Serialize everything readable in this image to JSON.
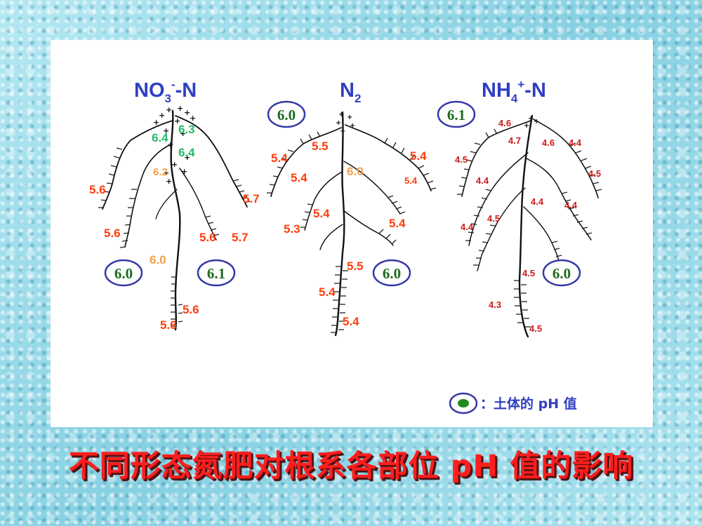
{
  "title": "不同形态氮肥对根系各部位 pH 值的影响",
  "colors": {
    "header": "#2f3fc2",
    "value_red": "#ff3d0d",
    "value_green": "#22bb66",
    "value_orange": "#f5a04a",
    "value_darkred": "#cc1a1a",
    "soil_text": "#1e6a1e",
    "soil_ring": "#3538a6",
    "title": "#ff1e1e"
  },
  "panels": [
    {
      "header_base": "NO",
      "header_sub": "3",
      "header_sup": "-",
      "header_tail": "-N",
      "soil_values": [
        "6.0",
        "6.1"
      ],
      "values": [
        {
          "text": "6.3",
          "tone": "green"
        },
        {
          "text": "6.4",
          "tone": "green"
        },
        {
          "text": "6.4",
          "tone": "green"
        },
        {
          "text": "6.2",
          "tone": "orange"
        },
        {
          "text": "5.6",
          "tone": "red"
        },
        {
          "text": "5.7",
          "tone": "red"
        },
        {
          "text": "5.6",
          "tone": "red"
        },
        {
          "text": "5.6",
          "tone": "red"
        },
        {
          "text": "5.7",
          "tone": "red"
        },
        {
          "text": "6.0",
          "tone": "orange"
        },
        {
          "text": "5.6",
          "tone": "red"
        },
        {
          "text": "5.6",
          "tone": "red"
        }
      ]
    },
    {
      "header_base": "N",
      "header_sub": "2",
      "header_sup": "",
      "header_tail": "",
      "soil_values": [
        "6.0",
        "6.0"
      ],
      "values": [
        {
          "text": "5.5",
          "tone": "red"
        },
        {
          "text": "5.4",
          "tone": "red"
        },
        {
          "text": "5.4",
          "tone": "red"
        },
        {
          "text": "6.0",
          "tone": "orange"
        },
        {
          "text": "5.4",
          "tone": "red"
        },
        {
          "text": "5.4",
          "tone": "red"
        },
        {
          "text": "5.4",
          "tone": "red"
        },
        {
          "text": "5.3",
          "tone": "red"
        },
        {
          "text": "5.4",
          "tone": "red"
        },
        {
          "text": "5.5",
          "tone": "red"
        },
        {
          "text": "5.4",
          "tone": "red"
        },
        {
          "text": "5.4",
          "tone": "red"
        }
      ]
    },
    {
      "header_base": "NH",
      "header_sub": "4",
      "header_sup": "+",
      "header_tail": "-N",
      "soil_values": [
        "6.1",
        "6.0"
      ],
      "values": [
        {
          "text": "4.6",
          "tone": "darkred"
        },
        {
          "text": "4.7",
          "tone": "darkred"
        },
        {
          "text": "4.6",
          "tone": "darkred"
        },
        {
          "text": "4.4",
          "tone": "darkred"
        },
        {
          "text": "4.5",
          "tone": "darkred"
        },
        {
          "text": "4.5",
          "tone": "darkred"
        },
        {
          "text": "4.4",
          "tone": "darkred"
        },
        {
          "text": "4.4",
          "tone": "darkred"
        },
        {
          "text": "4.4",
          "tone": "darkred"
        },
        {
          "text": "4.5",
          "tone": "darkred"
        },
        {
          "text": "4.4",
          "tone": "darkred"
        },
        {
          "text": "4.5",
          "tone": "darkred"
        },
        {
          "text": "4.3",
          "tone": "darkred"
        },
        {
          "text": "4.5",
          "tone": "darkred"
        }
      ]
    }
  ],
  "legend": {
    "text": "：土体的 pH 值"
  }
}
